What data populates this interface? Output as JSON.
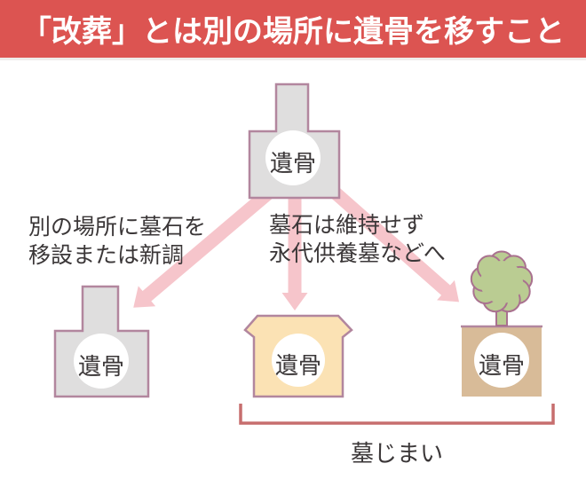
{
  "header": {
    "title": "「改葬」とは別の場所に遺骨を移すこと"
  },
  "diagram": {
    "remains_label": "遺骨",
    "left_caption": {
      "line1": "別の場所に墓石を",
      "line2": "移設または新調"
    },
    "middle_caption": {
      "line1": "墓石は維持せず",
      "line2": "永代供養墓などへ"
    },
    "bracket_label": "墓じまい"
  },
  "colors": {
    "header_bg": "#DC5451",
    "header_text": "#FFFFFF",
    "arrow_pink": "#F6C5CB",
    "stone_fill": "#DFDEDE",
    "shape_outline": "#B2869E",
    "house_fill": "#FBE2B4",
    "soil_fill": "#D8BB98",
    "tree_green": "#BACC92",
    "tree_outline": "#A9718F",
    "bracket": "#C76E6E",
    "text": "#3B3738",
    "circle_fill": "#FFFFFF"
  }
}
